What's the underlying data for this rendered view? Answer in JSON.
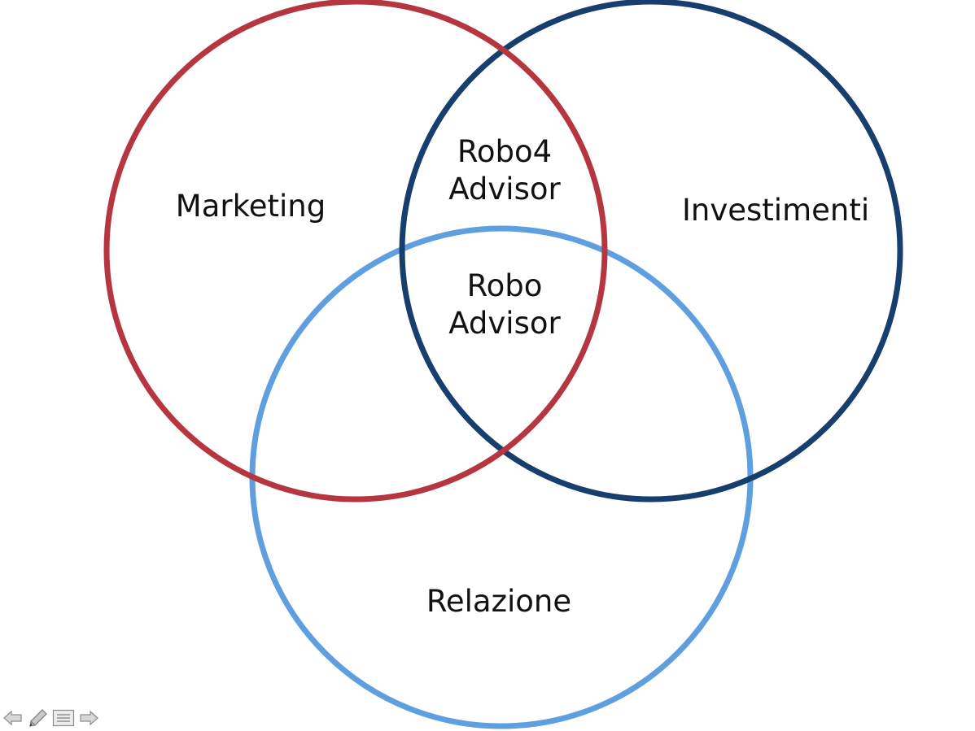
{
  "diagram": {
    "sets": [
      {
        "name": "Marketing",
        "color": "#b5363f"
      },
      {
        "name": "Investimenti",
        "color": "#163f6e"
      },
      {
        "name": "Relazione",
        "color": "#5f9fe0"
      }
    ],
    "labels": {
      "marketing": "Marketing",
      "investimenti": "Investimenti",
      "relazione": "Relazione",
      "robo4_line1": "Robo4",
      "robo4_line2": "Advisor",
      "robo_line1": "Robo",
      "robo_line2": "Advisor"
    }
  },
  "controls": {
    "icons": [
      "arrow-left-icon",
      "pen-icon",
      "menu-icon",
      "arrow-right-icon"
    ]
  }
}
